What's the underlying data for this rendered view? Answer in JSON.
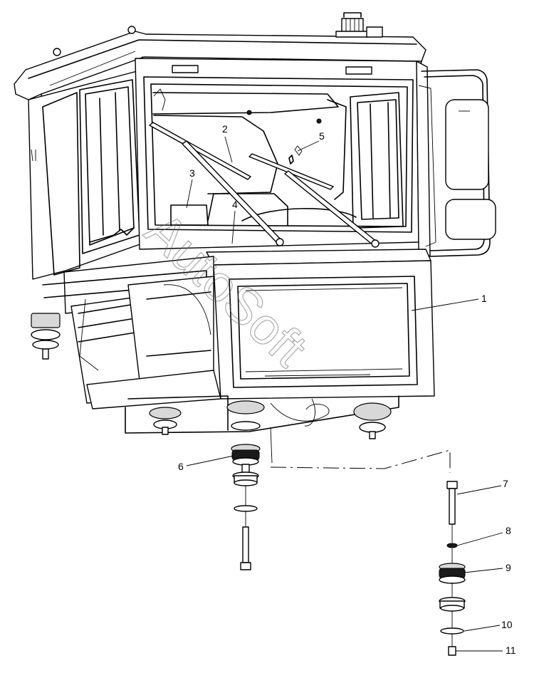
{
  "callouts": [
    "1",
    "2",
    "3",
    "4",
    "5",
    "6",
    "7",
    "8",
    "9",
    "10",
    "11"
  ],
  "watermark": "AutoSoft"
}
